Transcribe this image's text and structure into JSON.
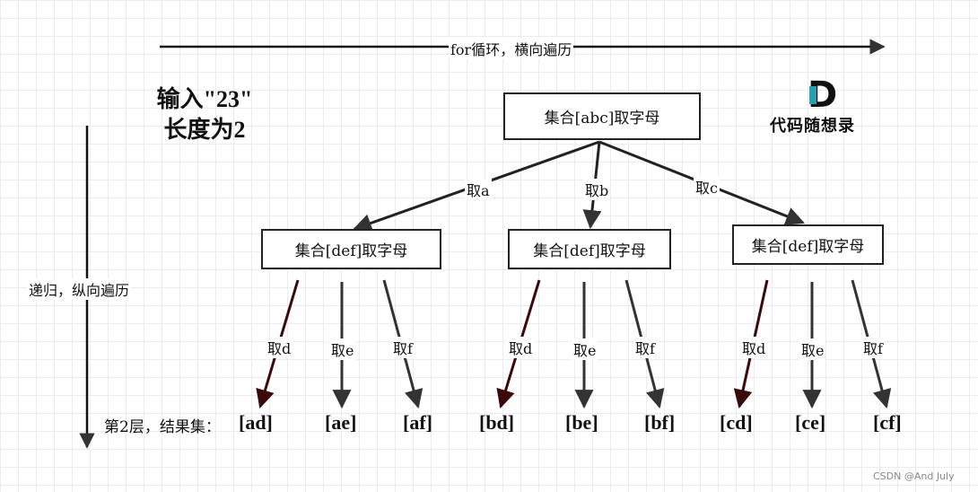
{
  "header": {
    "for_loop_label": "for循环，横向遍历",
    "recursion_label": "递归，纵向遍历",
    "input_line1": "输入\"23\"",
    "input_line2": "长度为2"
  },
  "logo": {
    "letter": "D",
    "text": "代码随想录",
    "accent_color": "#2a9fb0"
  },
  "tree": {
    "root": "集合[abc]取字母",
    "children": [
      {
        "edge": "取a",
        "box": "集合[def]取字母",
        "edges": [
          "取d",
          "取e",
          "取f"
        ],
        "results": [
          "[ad]",
          "[ae]",
          "[af]"
        ]
      },
      {
        "edge": "取b",
        "box": "集合[def]取字母",
        "edges": [
          "取d",
          "取e",
          "取f"
        ],
        "results": [
          "[bd]",
          "[be]",
          "[bf]"
        ]
      },
      {
        "edge": "取c",
        "box": "集合[def]取字母",
        "edges": [
          "取d",
          "取e",
          "取f"
        ],
        "results": [
          "[cd]",
          "[ce]",
          "[cf]"
        ]
      }
    ]
  },
  "level_label": "第2层，结果集：",
  "colors": {
    "first_child_arrow": "#3a0a0a",
    "arrow": "#333333"
  },
  "watermark": "CSDN @And July"
}
